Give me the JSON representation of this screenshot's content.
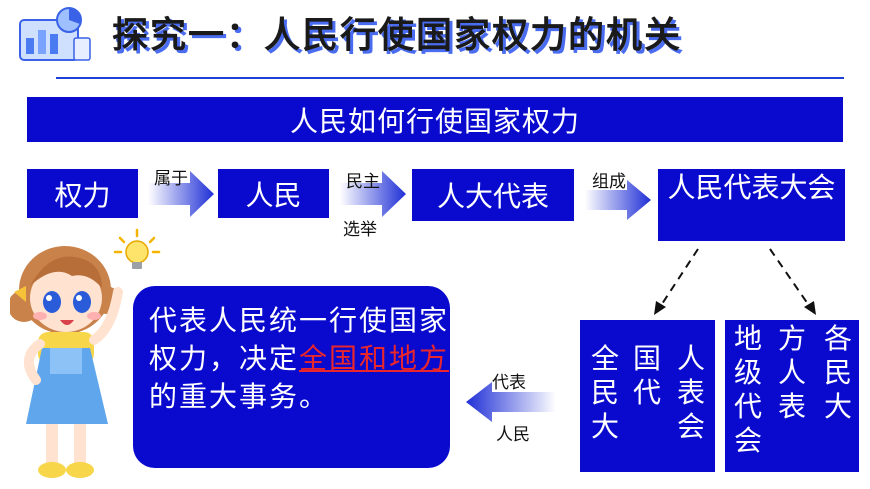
{
  "header": {
    "title": "探究一：人民行使国家权力的机关"
  },
  "banner": "人民如何行使国家权力",
  "flow": {
    "box1": "权力",
    "arrow1": "属于",
    "box2": "人民",
    "arrow2_top": "民主",
    "arrow2_bottom": "选举",
    "box3": "人大代表",
    "arrow3": "组成",
    "box4": "人民代表大会"
  },
  "national_box": {
    "columns": [
      "全民大",
      "国代",
      "人表会"
    ]
  },
  "local_box": {
    "columns": [
      "地级代会",
      "方人表",
      "各民大"
    ]
  },
  "left_arrow": {
    "top": "代表",
    "bottom": "人民"
  },
  "summary": {
    "part1": "代表人民统一行使国家权力，决定",
    "highlight": "全国和地方",
    "part2": "的重大事务。"
  },
  "colors": {
    "box_blue": "#0A0ACF",
    "highlight_red": "#e8262b"
  },
  "icons": [
    "report-chart-icon",
    "girl-cartoon",
    "lightbulb-icon"
  ]
}
